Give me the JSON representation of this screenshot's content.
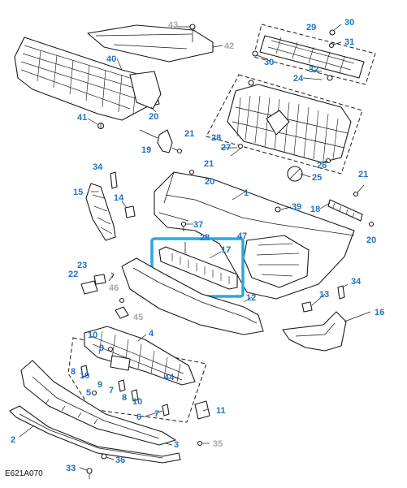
{
  "diagram_code": "E621A070",
  "colors": {
    "label_blue": "#1f72c7",
    "label_grey": "#a9a9a9",
    "highlight": "#29a8e0",
    "line": "#1a1a1a"
  },
  "highlighted_part": "17",
  "callouts": [
    {
      "id": "c43",
      "text": "43",
      "color": "grey"
    },
    {
      "id": "c42",
      "text": "42",
      "color": "grey"
    },
    {
      "id": "c29",
      "text": "29",
      "color": "blue"
    },
    {
      "id": "c30a",
      "text": "30",
      "color": "blue"
    },
    {
      "id": "c31",
      "text": "31",
      "color": "blue"
    },
    {
      "id": "c30b",
      "text": "30",
      "color": "blue"
    },
    {
      "id": "c32",
      "text": "32",
      "color": "blue"
    },
    {
      "id": "c24",
      "text": "24",
      "color": "blue"
    },
    {
      "id": "c40",
      "text": "40",
      "color": "blue"
    },
    {
      "id": "c20a",
      "text": "20",
      "color": "blue"
    },
    {
      "id": "c41",
      "text": "41",
      "color": "blue"
    },
    {
      "id": "c21a",
      "text": "21",
      "color": "blue"
    },
    {
      "id": "c19",
      "text": "19",
      "color": "blue"
    },
    {
      "id": "c28a",
      "text": "28",
      "color": "blue"
    },
    {
      "id": "c27",
      "text": "27",
      "color": "blue"
    },
    {
      "id": "c26",
      "text": "26",
      "color": "blue"
    },
    {
      "id": "c25",
      "text": "25",
      "color": "blue"
    },
    {
      "id": "c21b",
      "text": "21",
      "color": "blue"
    },
    {
      "id": "c20b",
      "text": "20",
      "color": "blue"
    },
    {
      "id": "c1",
      "text": "1",
      "color": "blue"
    },
    {
      "id": "c39",
      "text": "39",
      "color": "blue"
    },
    {
      "id": "c18",
      "text": "18",
      "color": "blue"
    },
    {
      "id": "c21c",
      "text": "21",
      "color": "blue"
    },
    {
      "id": "c20c",
      "text": "20",
      "color": "blue"
    },
    {
      "id": "c34a",
      "text": "34",
      "color": "blue"
    },
    {
      "id": "c15",
      "text": "15",
      "color": "blue"
    },
    {
      "id": "c14",
      "text": "14",
      "color": "blue"
    },
    {
      "id": "c37",
      "text": "37",
      "color": "blue"
    },
    {
      "id": "c28b",
      "text": "28",
      "color": "blue"
    },
    {
      "id": "c47",
      "text": "47",
      "color": "blue"
    },
    {
      "id": "c17",
      "text": "17",
      "color": "blue"
    },
    {
      "id": "c23",
      "text": "23",
      "color": "blue"
    },
    {
      "id": "c22",
      "text": "22",
      "color": "blue"
    },
    {
      "id": "c46",
      "text": "46",
      "color": "grey"
    },
    {
      "id": "c45",
      "text": "45",
      "color": "grey"
    },
    {
      "id": "c12",
      "text": "12",
      "color": "blue"
    },
    {
      "id": "c13",
      "text": "13",
      "color": "blue"
    },
    {
      "id": "c34b",
      "text": "34",
      "color": "blue"
    },
    {
      "id": "c16",
      "text": "16",
      "color": "blue"
    },
    {
      "id": "c4",
      "text": "4",
      "color": "blue"
    },
    {
      "id": "c10a",
      "text": "10",
      "color": "blue"
    },
    {
      "id": "c9a",
      "text": "9",
      "color": "blue"
    },
    {
      "id": "c44",
      "text": "44",
      "color": "blue"
    },
    {
      "id": "c8a",
      "text": "8",
      "color": "blue"
    },
    {
      "id": "c10b",
      "text": "10",
      "color": "blue"
    },
    {
      "id": "c9b",
      "text": "9",
      "color": "blue"
    },
    {
      "id": "c5",
      "text": "5",
      "color": "blue"
    },
    {
      "id": "c7a",
      "text": "7",
      "color": "blue"
    },
    {
      "id": "c8b",
      "text": "8",
      "color": "blue"
    },
    {
      "id": "c10c",
      "text": "10",
      "color": "blue"
    },
    {
      "id": "c11",
      "text": "11",
      "color": "blue"
    },
    {
      "id": "c6",
      "text": "6",
      "color": "blue"
    },
    {
      "id": "c7b",
      "text": "7",
      "color": "blue"
    },
    {
      "id": "c2",
      "text": "2",
      "color": "blue"
    },
    {
      "id": "c3",
      "text": "3",
      "color": "blue"
    },
    {
      "id": "c35",
      "text": "35",
      "color": "grey"
    },
    {
      "id": "c36",
      "text": "36",
      "color": "blue"
    },
    {
      "id": "c33",
      "text": "33",
      "color": "blue"
    }
  ]
}
